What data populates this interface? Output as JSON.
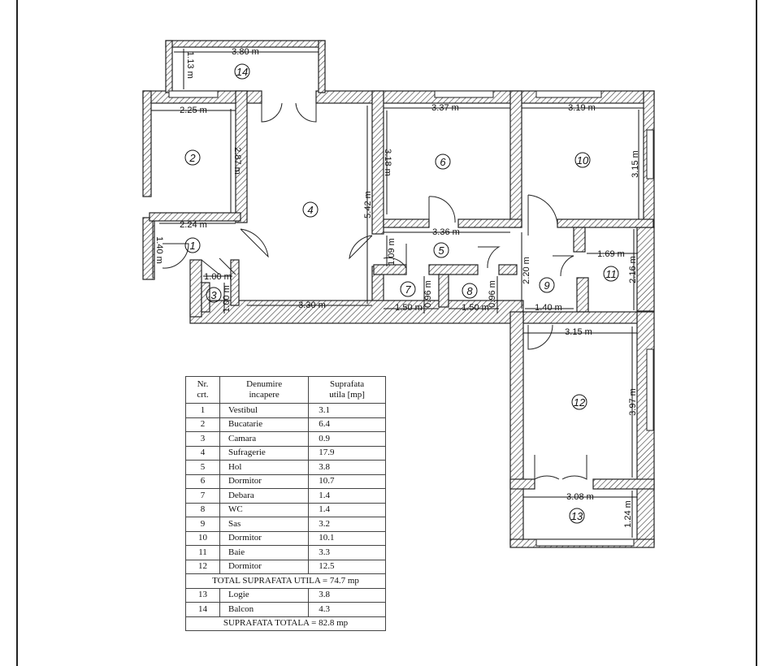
{
  "rooms": [
    {
      "nr": "1",
      "name": "Vestibul",
      "area": "3.1"
    },
    {
      "nr": "2",
      "name": "Bucatarie",
      "area": "6.4"
    },
    {
      "nr": "3",
      "name": "Camara",
      "area": "0.9"
    },
    {
      "nr": "4",
      "name": "Sufragerie",
      "area": "17.9"
    },
    {
      "nr": "5",
      "name": "Hol",
      "area": "3.8"
    },
    {
      "nr": "6",
      "name": "Dormitor",
      "area": "10.7"
    },
    {
      "nr": "7",
      "name": "Debara",
      "area": "1.4"
    },
    {
      "nr": "8",
      "name": "WC",
      "area": "1.4"
    },
    {
      "nr": "9",
      "name": "Sas",
      "area": "3.2"
    },
    {
      "nr": "10",
      "name": "Dormitor",
      "area": "10.1"
    },
    {
      "nr": "11",
      "name": "Baie",
      "area": "3.3"
    },
    {
      "nr": "12",
      "name": "Dormitor",
      "area": "12.5"
    }
  ],
  "extra_rooms": [
    {
      "nr": "13",
      "name": "Logie",
      "area": "3.8"
    },
    {
      "nr": "14",
      "name": "Balcon",
      "area": "4.3"
    }
  ],
  "table": {
    "col_nr_1": "Nr.",
    "col_nr_2": "crt.",
    "col_name_1": "Denumire",
    "col_name_2": "incapere",
    "col_area_1": "Suprafata",
    "col_area_2": "utila [mp]",
    "total_useful": "TOTAL SUPRAFATA UTILA = 74.7 mp",
    "total_all": "SUPRAFATA TOTALA = 82.8 mp"
  },
  "plan": {
    "room_numbers": [
      "1",
      "2",
      "3",
      "4",
      "5",
      "6",
      "7",
      "8",
      "9",
      "10",
      "11",
      "12",
      "13",
      "14"
    ],
    "dimensions": [
      "3.80 m",
      "1.13 m",
      "2.25 m",
      "2.87 m",
      "2.24 m",
      "1.40 m",
      "1.00 m",
      "1.00 m",
      "3.30 m",
      "5.42 m",
      "3.37 m",
      "3.18 m",
      "3.36 m",
      "1.09 m",
      "0.96 m",
      "1.50 m",
      "0.96 m",
      "1.50 m",
      "2.20 m",
      "3.19 m",
      "3.15 m",
      "1.69 m",
      "2.16 m",
      "1.40 m",
      "3.15 m",
      "3.97 m",
      "3.08 m",
      "1.24 m"
    ]
  }
}
